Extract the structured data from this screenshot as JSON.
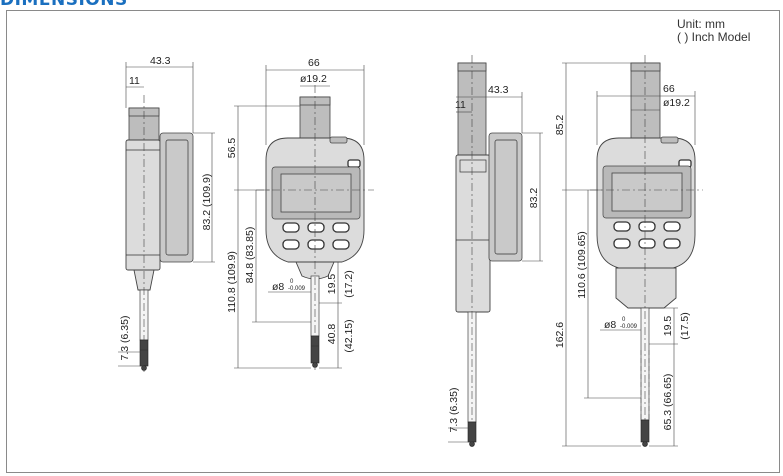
{
  "section_title": "DIMENSIONS",
  "unit_note": {
    "line1": "Unit: mm",
    "line2": "( ) Inch Model"
  },
  "dims": {
    "d43_3": "43.3",
    "d11": "11",
    "d66": "66",
    "d19_2": "ø19.2",
    "d56_5": "56.5",
    "d83_2_109_9": "83.2 (109.9)",
    "d110_8": "110.8 (109.9)",
    "d84_8": "84.8 (83.85)",
    "d8_base": "ø8",
    "d8_tol": "0",
    "d8_tol2": "-0.009",
    "d19_5": "19.5",
    "d17_2": "(17.2)",
    "d40_8": "40.8",
    "d42_15": "(42.15)",
    "d7_3": "7.3 (6.35)",
    "d85_2": "85.2",
    "d83_2": "83.2",
    "d110_6": "110.6 (109.65)",
    "d162_6": "162.6",
    "d17_5": "(17.5)",
    "d65_3": "65.3 (66.65)"
  }
}
